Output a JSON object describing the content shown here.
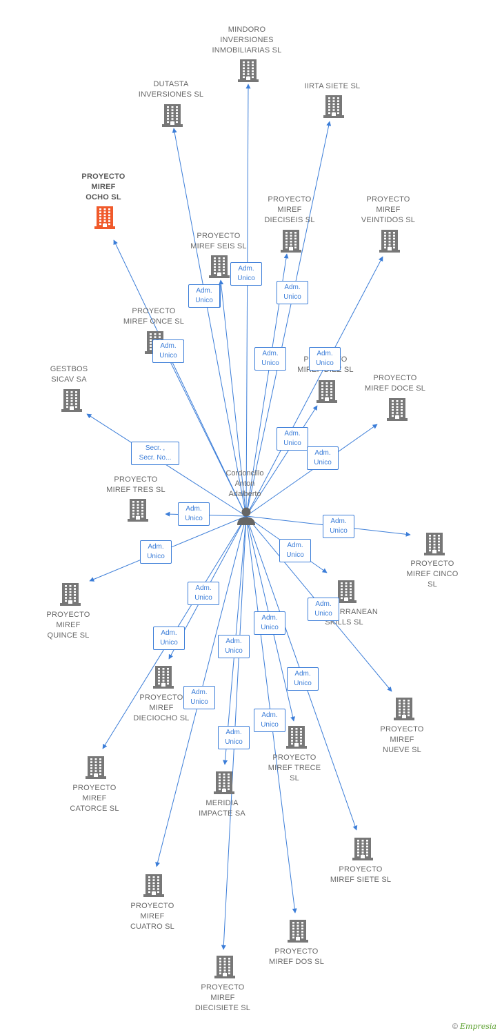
{
  "colors": {
    "edge": "#3b7dd8",
    "building": "#777777",
    "highlight": "#f05a2b",
    "person": "#666666"
  },
  "person": {
    "label": "Cordoncillo\nAnton\nAdalberto",
    "icon": "person-icon"
  },
  "companies": [
    {
      "id": "mindoro",
      "label": "MINDORO\nINVERSIONES\nINMOBILIARIAS SL",
      "icon": "building-icon"
    },
    {
      "id": "dutasta",
      "label": "DUTASTA\nINVERSIONES SL",
      "icon": "building-icon"
    },
    {
      "id": "iirta",
      "label": "IIRTA SIETE SL",
      "icon": "building-icon"
    },
    {
      "id": "ocho",
      "label": "PROYECTO\nMIREF\nOCHO SL",
      "icon": "building-icon",
      "highlight": true
    },
    {
      "id": "dieciseis",
      "label": "PROYECTO\nMIREF\nDIECISEIS SL",
      "icon": "building-icon"
    },
    {
      "id": "veintidos",
      "label": "PROYECTO\nMIREF\nVEINTIDOS SL",
      "icon": "building-icon"
    },
    {
      "id": "seis",
      "label": "PROYECTO\nMIREF SEIS SL",
      "icon": "building-icon"
    },
    {
      "id": "once",
      "label": "PROYECTO\nMIREF ONCE SL",
      "icon": "building-icon"
    },
    {
      "id": "diez",
      "label": "PROYECTO\nMIREF DIEZ SL",
      "icon": "building-icon"
    },
    {
      "id": "gestbos",
      "label": "GESTBOS\nSICAV SA",
      "icon": "building-icon"
    },
    {
      "id": "doce",
      "label": "PROYECTO\nMIREF DOCE SL",
      "icon": "building-icon"
    },
    {
      "id": "tres",
      "label": "PROYECTO\nMIREF TRES SL",
      "icon": "building-icon"
    },
    {
      "id": "cinco",
      "label": "PROYECTO\nMIREF CINCO\nSL",
      "icon": "building-icon"
    },
    {
      "id": "mediterranean",
      "label": "MEDITERRANEAN\nSKILLS SL",
      "icon": "building-icon"
    },
    {
      "id": "quince",
      "label": "PROYECTO\nMIREF\nQUINCE SL",
      "icon": "building-icon"
    },
    {
      "id": "dieciocho",
      "label": "PROYECTO\nMIREF\nDIECIOCHO SL",
      "icon": "building-icon"
    },
    {
      "id": "nueve",
      "label": "PROYECTO\nMIREF\nNUEVE SL",
      "icon": "building-icon"
    },
    {
      "id": "catorce",
      "label": "PROYECTO\nMIREF\nCATORCE SL",
      "icon": "building-icon"
    },
    {
      "id": "trece",
      "label": "PROYECTO\nMIREF TRECE\nSL",
      "icon": "building-icon"
    },
    {
      "id": "meridia",
      "label": "MERIDIA\nIMPACTE SA",
      "icon": "building-icon"
    },
    {
      "id": "siete",
      "label": "PROYECTO\nMIREF SIETE SL",
      "icon": "building-icon"
    },
    {
      "id": "cuatro",
      "label": "PROYECTO\nMIREF\nCUATRO SL",
      "icon": "building-icon"
    },
    {
      "id": "dos",
      "label": "PROYECTO\nMIREF DOS SL",
      "icon": "building-icon"
    },
    {
      "id": "diecisiete",
      "label": "PROYECTO\nMIREF\nDIECISIETE SL",
      "icon": "building-icon"
    }
  ],
  "relations": [
    {
      "target": "mindoro",
      "label": "Adm.\nUnico"
    },
    {
      "target": "dutasta",
      "label": "Adm.\nUnico"
    },
    {
      "target": "iirta",
      "label": "Adm.\nUnico"
    },
    {
      "target": "ocho",
      "label": "Adm.\nUnico"
    },
    {
      "target": "dieciseis",
      "label": "Adm.\nUnico"
    },
    {
      "target": "veintidos",
      "label": "Adm.\nUnico"
    },
    {
      "target": "seis",
      "label": "Adm.\nUnico"
    },
    {
      "target": "once",
      "label": "Adm.\nUnico"
    },
    {
      "target": "diez",
      "label": "Adm.\nUnico"
    },
    {
      "target": "gestbos",
      "label": "Secr. ,\nSecr. No..."
    },
    {
      "target": "doce",
      "label": "Adm.\nUnico"
    },
    {
      "target": "tres",
      "label": "Adm.\nUnico"
    },
    {
      "target": "cinco",
      "label": "Adm.\nUnico"
    },
    {
      "target": "mediterranean",
      "label": "Adm.\nUnico"
    },
    {
      "target": "quince",
      "label": "Adm.\nUnico"
    },
    {
      "target": "dieciocho",
      "label": "Adm.\nUnico"
    },
    {
      "target": "nueve",
      "label": "Adm.\nUnico"
    },
    {
      "target": "catorce",
      "label": "Adm.\nUnico"
    },
    {
      "target": "trece",
      "label": "Adm.\nUnico"
    },
    {
      "target": "meridia",
      "label": "Adm.\nUnico"
    },
    {
      "target": "siete",
      "label": "Adm.\nUnico"
    },
    {
      "target": "cuatro",
      "label": "Adm.\nUnico"
    },
    {
      "target": "dos",
      "label": "Adm.\nUnico"
    },
    {
      "target": "diecisiete",
      "label": "Adm.\nUnico"
    }
  ],
  "footer": {
    "copyright": "©",
    "brand": "Empresia"
  }
}
